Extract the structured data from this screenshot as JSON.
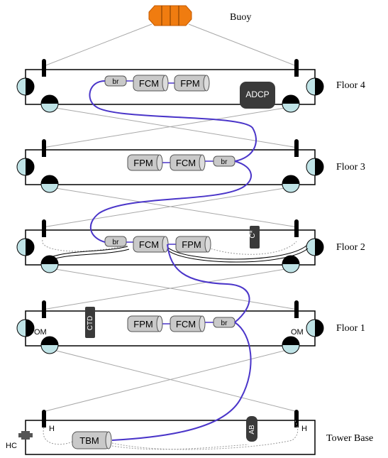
{
  "title": "Buoy",
  "floors": [
    {
      "label": "Floor 4",
      "modules": [
        "br",
        "FCM",
        "FPM"
      ],
      "extra": "ADCP"
    },
    {
      "label": "Floor 3",
      "modules": [
        "FPM",
        "FCM",
        "br"
      ]
    },
    {
      "label": "Floor 2",
      "modules": [
        "br",
        "FCM",
        "FPM"
      ],
      "extra": "C*"
    },
    {
      "label": "Floor 1",
      "modules": [
        "FPM",
        "FCM",
        "br"
      ],
      "extra": "CTD",
      "om_left": "OM",
      "om_right": "OM"
    }
  ],
  "tower_base": {
    "label": "Tower Base",
    "module": "TBM",
    "ab": "AB",
    "h_left": "H",
    "h_right": "H",
    "hc": "HC"
  },
  "colors": {
    "frame": "#000000",
    "cable": "#4a35c9",
    "buoy": "#f07c10",
    "float": "#bfe3e6",
    "module": "#c9c9c9",
    "dark_box": "#3a3a3a"
  }
}
